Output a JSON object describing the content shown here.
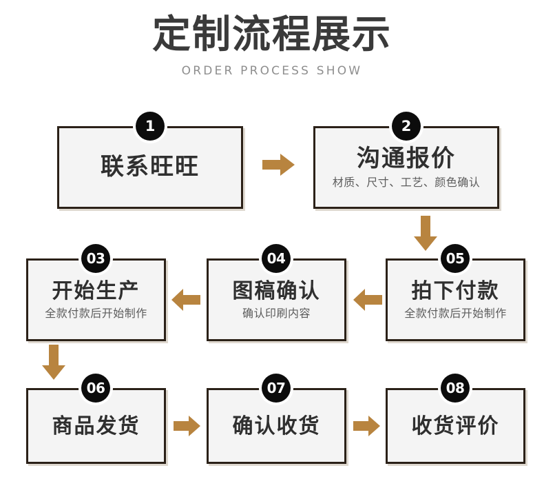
{
  "header": {
    "title": "定制流程展示",
    "subtitle": "ORDER PROCESS SHOW"
  },
  "colors": {
    "arrow": "#b8843f",
    "box_border": "#2b2118",
    "box_fill": "#f4f4f4",
    "badge_fill": "#0c0c0c",
    "badge_text": "#ffffff",
    "title_text": "#3a3a3a",
    "subtitle_text": "#8e8e8e",
    "page_background": "#ffffff"
  },
  "steps": [
    {
      "badge": "1",
      "title": "联系旺旺",
      "subtitle": ""
    },
    {
      "badge": "2",
      "title": "沟通报价",
      "subtitle": "材质、尺寸、工艺、颜色确认"
    },
    {
      "badge": "03",
      "title": "开始生产",
      "subtitle": "全款付款后开始制作"
    },
    {
      "badge": "04",
      "title": "图稿确认",
      "subtitle": "确认印刷内容"
    },
    {
      "badge": "05",
      "title": "拍下付款",
      "subtitle": "全款付款后开始制作"
    },
    {
      "badge": "06",
      "title": "商品发货",
      "subtitle": ""
    },
    {
      "badge": "07",
      "title": "确认收货",
      "subtitle": ""
    },
    {
      "badge": "08",
      "title": "收货评价",
      "subtitle": ""
    }
  ],
  "connectors": [
    {
      "name": "arrow-step1-to-step2",
      "direction": "right"
    },
    {
      "name": "arrow-step2-to-step05",
      "direction": "down"
    },
    {
      "name": "arrow-step05-to-step04",
      "direction": "left"
    },
    {
      "name": "arrow-step04-to-step03",
      "direction": "left"
    },
    {
      "name": "arrow-step03-to-step06",
      "direction": "down"
    },
    {
      "name": "arrow-step06-to-step07",
      "direction": "right"
    },
    {
      "name": "arrow-step07-to-step08",
      "direction": "right"
    }
  ]
}
